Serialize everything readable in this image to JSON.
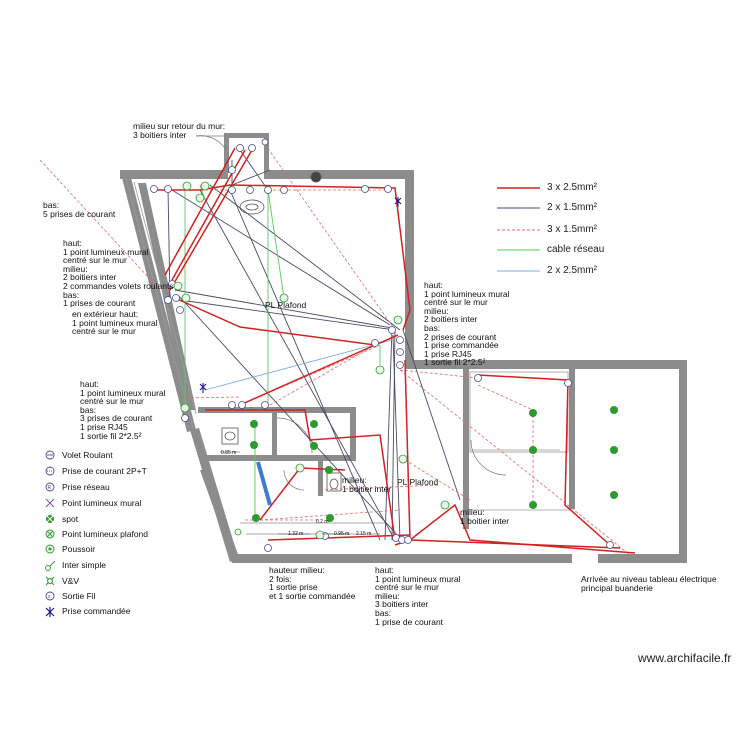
{
  "notes": {
    "n1": "milieu sur retour du mur:\n3 boitiers inter",
    "n2": "bas:\n5 prises de courant",
    "n3": "haut:\n1 point lumineux mural\ncentré sur le mur\nmilieu:\n2 boitiers inter\n2 commandes volets roulants\nbas:\n1 prises de courant",
    "n4": "en extérieur haut:\n1 point lumineux mural\ncentré sur le mur",
    "n5": "haut:\n1 point lumineux mural\ncentré sur le mur\nbas:\n3 prises de courant\n1 prise RJ45\n1 sortie fil 2*2.5²",
    "n6": "haut:\n1 point lumineux mural\ncentré sur le mur\nmilieu:\n2 boitiers inter\nbas:\n2 prises de courant\n1 prise commandée\n1 prise RJ45\n1 sortie fil 2*2.5²",
    "n7": "milieu:\n1 boitier inter",
    "n8": "milieu:\n1 boitier inter",
    "n9": "hauteur milieu:\n2 fois:\n1 sortie prise\net 1 sortie commandée",
    "n10": "haut:\n1 point lumineux mural\ncentré sur le mur\nmilieu:\n3 boitiers inter\nbas:\n1 prise de courant",
    "n11": "Arrivée au niveau tableau électrique\nprincipal buanderie"
  },
  "rooms": {
    "pl1": "PL Plafond",
    "pl2": "PL Plafond"
  },
  "dims": {
    "d1": "0.85 m",
    "d2": "1.32 m",
    "d3": "0.95 m",
    "d4": "0.2 m",
    "d5": "2.15 m"
  },
  "legend": [
    {
      "label": "3 x 2.5mm²",
      "color": "#d42020",
      "style": "solid"
    },
    {
      "label": "2 x 1.5mm²",
      "color": "#4a4a68",
      "style": "solid"
    },
    {
      "label": "3 x 1.5mm²",
      "color": "#e06a6a",
      "style": "dashed"
    },
    {
      "label": "cable réseau",
      "color": "#5cc85c",
      "style": "solid"
    },
    {
      "label": "2 x 2.5mm²",
      "color": "#7aaedc",
      "style": "solid"
    }
  ],
  "symbols": [
    {
      "label": "Volet Roulant",
      "icon": "volet-roulant-icon"
    },
    {
      "label": "Prise de courant 2P+T",
      "icon": "prise-courant-icon"
    },
    {
      "label": "Prise réseau",
      "icon": "prise-reseau-icon"
    },
    {
      "label": "Point lumineux mural",
      "icon": "point-lumineux-mural-icon"
    },
    {
      "label": "spot",
      "icon": "spot-icon"
    },
    {
      "label": "Point lumineux plafond",
      "icon": "point-lumineux-plafond-icon"
    },
    {
      "label": "Poussoir",
      "icon": "poussoir-icon"
    },
    {
      "label": "Inter simple",
      "icon": "inter-simple-icon"
    },
    {
      "label": "V&V",
      "icon": "va-et-vient-icon"
    },
    {
      "label": "Sortie Fil",
      "icon": "sortie-fil-icon"
    },
    {
      "label": "Prise commandée",
      "icon": "prise-commandee-icon"
    }
  ],
  "watermark": "www.archifacile.fr"
}
